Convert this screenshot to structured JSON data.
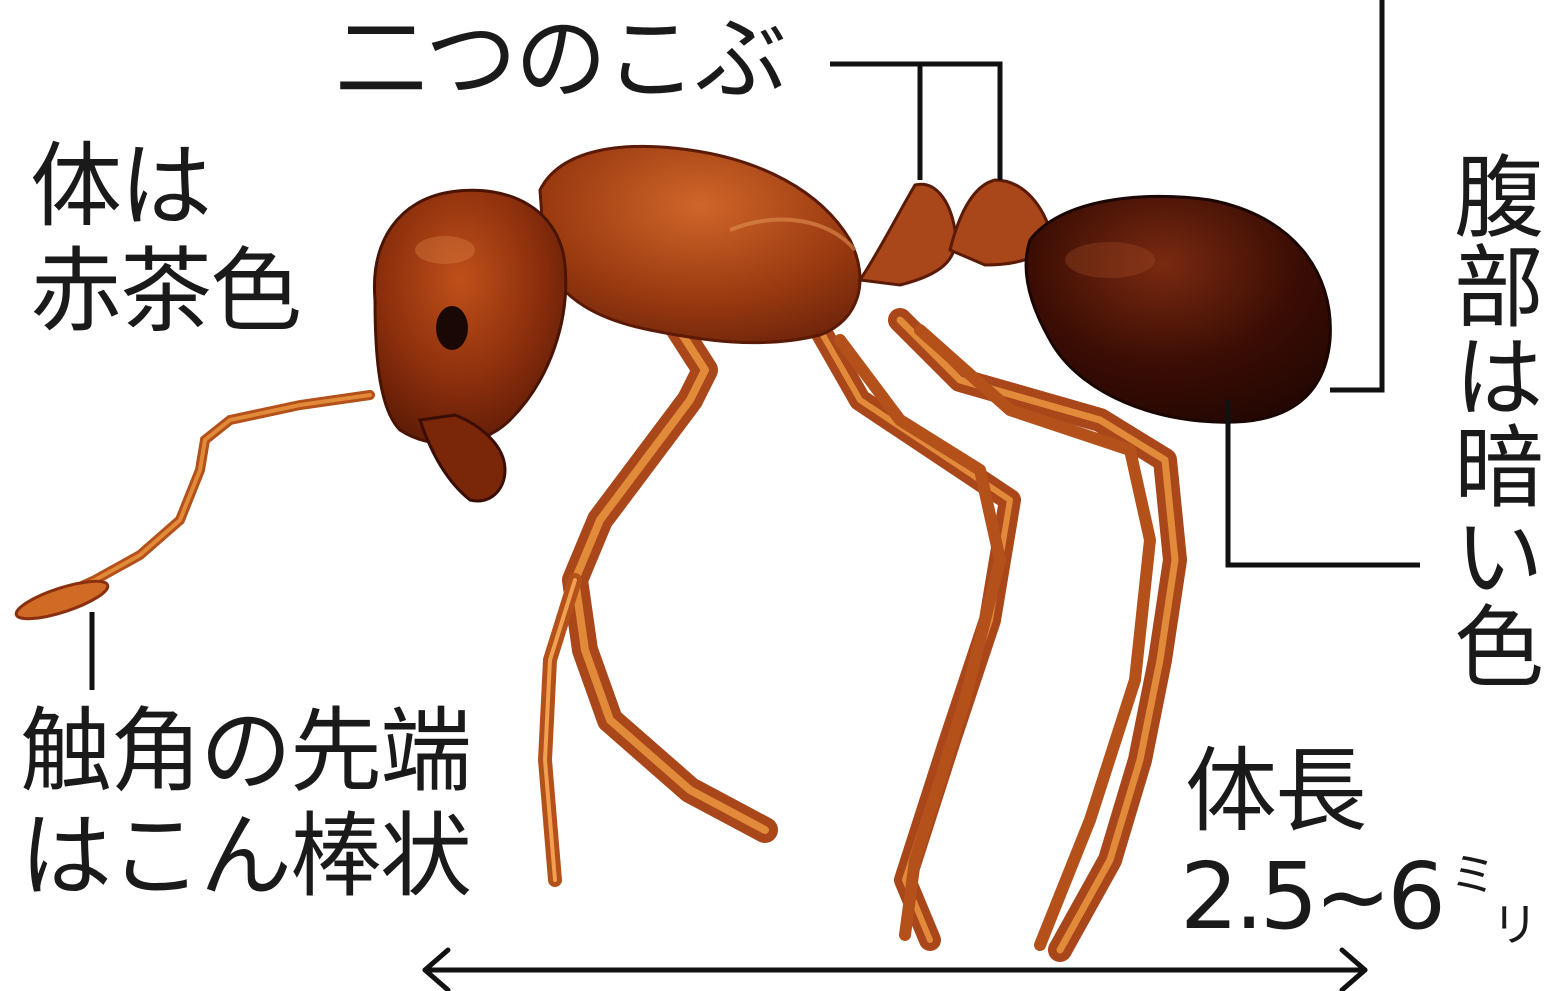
{
  "labels": {
    "two_nodes": "二つのこぶ",
    "body_color_line1": "体は",
    "body_color_line2": "赤茶色",
    "abdomen_vertical": "腹部は暗い色",
    "antenna_line1": "触角の先端",
    "antenna_line2": "はこん棒状",
    "length_title": "体長",
    "length_value": "2.5~6",
    "length_unit_top": "ミ",
    "length_unit_bottom": "リ"
  },
  "colors": {
    "text": "#1a1a1a",
    "ant_body": "#8a2e0c",
    "ant_dark": "#3b0d04",
    "ant_leg": "#c8621c",
    "ant_highlight": "#e08a3a",
    "line": "#111111"
  },
  "icons": {
    "photo": "ant-illustration",
    "dimension": "double-arrow"
  }
}
